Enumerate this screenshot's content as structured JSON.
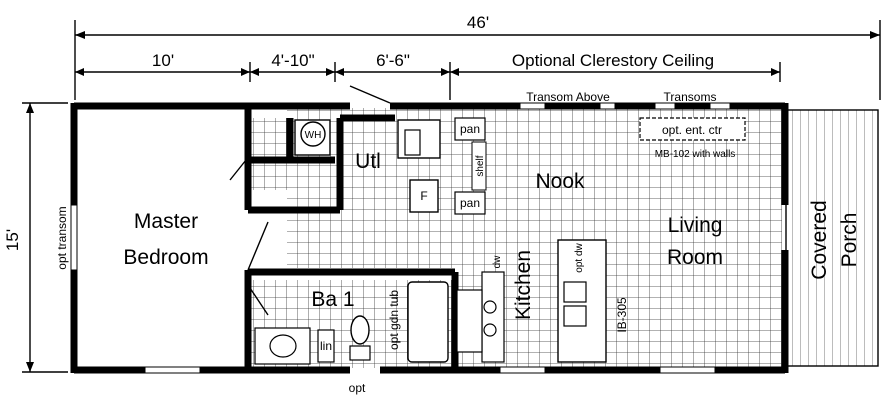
{
  "dimensions": {
    "overall_width": "46'",
    "segment_1": "10'",
    "segment_2": "4'-10\"",
    "segment_3": "6'-6\"",
    "clerestory": "Optional Clerestory Ceiling",
    "depth": "15'"
  },
  "rooms": {
    "master_bedroom_line1": "Master",
    "master_bedroom_line2": "Bedroom",
    "utility": "Utl",
    "nook": "Nook",
    "living_line1": "Living",
    "living_line2": "Room",
    "kitchen": "Kitchen",
    "bath": "Ba 1",
    "porch_line1": "Covered",
    "porch_line2": "Porch"
  },
  "fixtures": {
    "water_heater": "WH",
    "pantry_top": "pan",
    "pantry_bottom": "pan",
    "shelf": "shelf",
    "freezer": "F",
    "transom_above": "Transom Above",
    "transoms": "Transoms",
    "opt_ent_ctr": "opt. ent. ctr",
    "mb_note": "MB-102 with walls",
    "opt_dw": "opt dw",
    "dw": "dw",
    "island": "IB-305",
    "opt_gdn_tub": "opt gdn tub",
    "linen": "lin",
    "opt_bottom": "opt",
    "opt_transom": "opt transom"
  }
}
